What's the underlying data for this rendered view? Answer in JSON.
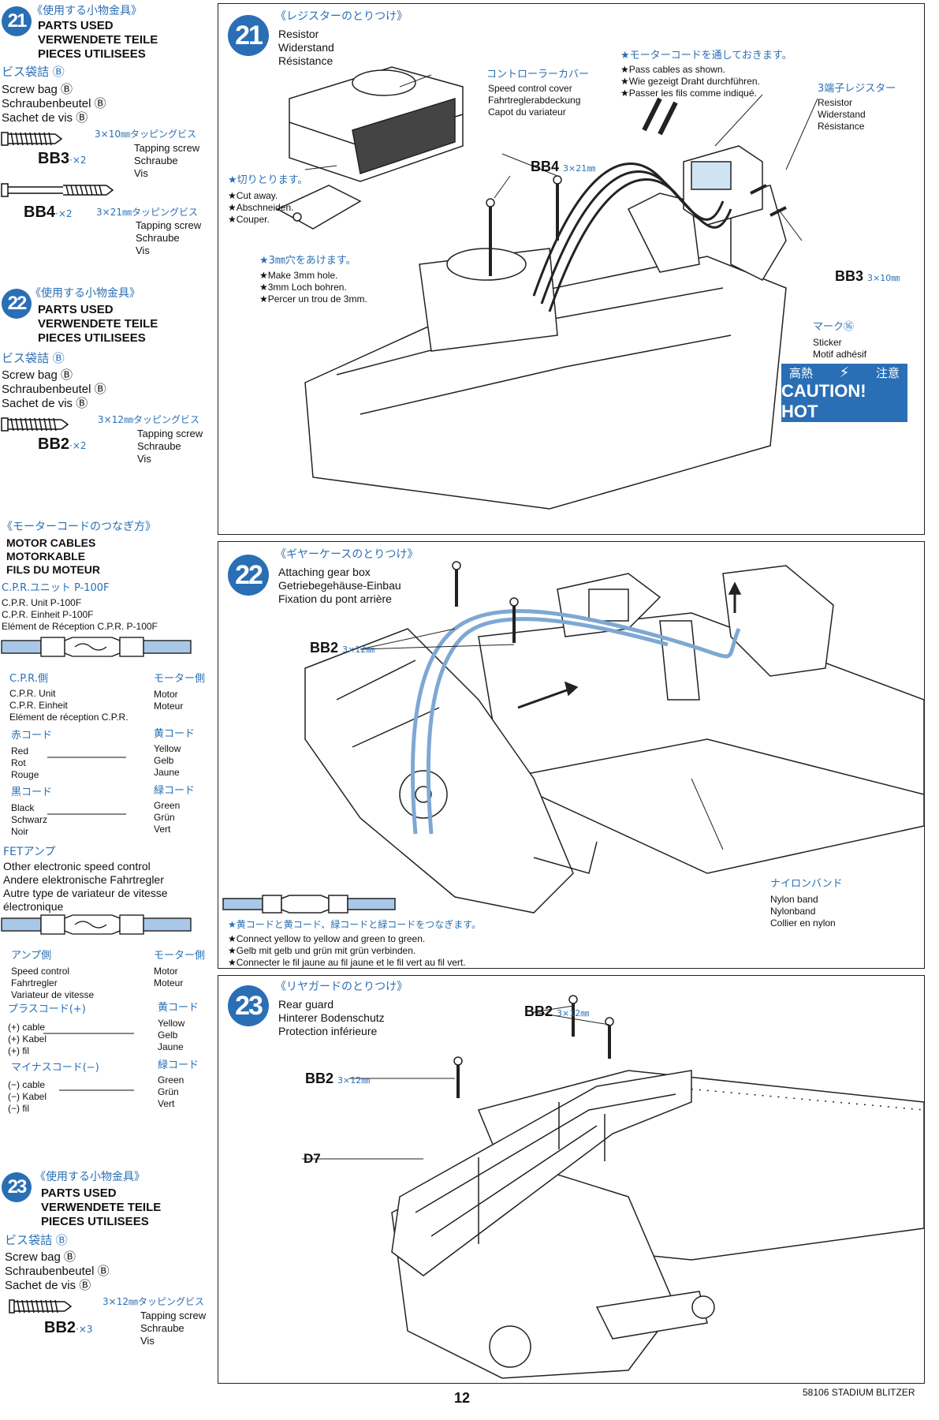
{
  "left": {
    "s21": {
      "num": "21",
      "title_jp": "《使用する小物金具》",
      "parts": [
        "PARTS USED",
        "VERWENDETE TEILE",
        "PIECES UTILISEES"
      ],
      "bag_jp": "ビス袋詰 Ⓑ",
      "bag": [
        "Screw bag Ⓑ",
        "Schraubenbeutel Ⓑ",
        "Sachet de vis Ⓑ"
      ],
      "screw1": {
        "spec": "3×10㎜タッピングビス",
        "code": "BB3",
        "qty": "·×2",
        "desc": [
          "Tapping screw",
          "Schraube",
          "Vis"
        ]
      },
      "screw2": {
        "spec": "3×21㎜タッピングビス",
        "code": "BB4",
        "qty": "·×2",
        "desc": [
          "Tapping screw",
          "Schraube",
          "Vis"
        ]
      }
    },
    "s22": {
      "num": "22",
      "title_jp": "《使用する小物金具》",
      "parts": [
        "PARTS USED",
        "VERWENDETE TEILE",
        "PIECES UTILISEES"
      ],
      "bag_jp": "ビス袋詰 Ⓑ",
      "bag": [
        "Screw bag Ⓑ",
        "Schraubenbeutel Ⓑ",
        "Sachet de vis Ⓑ"
      ],
      "screw1": {
        "spec": "3×12㎜タッピングビス",
        "code": "BB2",
        "qty": "·×2",
        "desc": [
          "Tapping screw",
          "Schraube",
          "Vis"
        ]
      }
    },
    "motor": {
      "title_jp": "《モーターコードのつなぎ方》",
      "title": [
        "MOTOR CABLES",
        "MOTORKABLE",
        "FILS DU MOTEUR"
      ],
      "cpr_jp": "C.P.R.ユニット P-100F",
      "cpr": [
        "C.P.R. Unit P-100F",
        "C.P.R. Einheit P-100F",
        "Elément de Réception C.P.R. P-100F"
      ],
      "cpr_side_jp": "C.P.R.側",
      "cpr_side": [
        "C.P.R. Unit",
        "C.P.R. Einheit",
        "Elément de réception C.P.R."
      ],
      "motor_side_jp": "モーター側",
      "motor_side": [
        "Motor",
        "Moteur"
      ],
      "red_jp": "赤コード",
      "red": [
        "Red",
        "Rot",
        "Rouge"
      ],
      "yellow_jp": "黄コード",
      "yellow": [
        "Yellow",
        "Gelb",
        "Jaune"
      ],
      "black_jp": "黒コード",
      "black": [
        "Black",
        "Schwarz",
        "Noir"
      ],
      "green_jp": "緑コード",
      "green": [
        "Green",
        "Grün",
        "Vert"
      ],
      "fet_jp": "FETアンプ",
      "fet": [
        "Other electronic speed control",
        "Andere elektronische Fahrtregler",
        "Autre type de variateur de vitesse",
        "électronique"
      ],
      "amp_side_jp": "アンプ側",
      "amp_side": [
        "Speed control",
        "Fahrtregler",
        "Variateur de vitesse"
      ],
      "motor_side2_jp": "モーター側",
      "motor_side2": [
        "Motor",
        "Moteur"
      ],
      "plus_jp": "プラスコード(+)",
      "plus": [
        "(+) cable",
        "(+) Kabel",
        "(+) fil"
      ],
      "yellow2_jp": "黄コード",
      "yellow2": [
        "Yellow",
        "Gelb",
        "Jaune"
      ],
      "minus_jp": "マイナスコード(−)",
      "minus": [
        "(−) cable",
        "(−) Kabel",
        "(−) fil"
      ],
      "green2_jp": "緑コード",
      "green2": [
        "Green",
        "Grün",
        "Vert"
      ]
    },
    "s23": {
      "num": "23",
      "title_jp": "《使用する小物金具》",
      "parts": [
        "PARTS USED",
        "VERWENDETE TEILE",
        "PIECES UTILISEES"
      ],
      "bag_jp": "ビス袋詰 Ⓑ",
      "bag": [
        "Screw bag Ⓑ",
        "Schraubenbeutel Ⓑ",
        "Sachet de vis Ⓑ"
      ],
      "screw1": {
        "spec": "3×12㎜タッピングビス",
        "code": "BB2",
        "qty": "·×3",
        "desc": [
          "Tapping screw",
          "Schraube",
          "Vis"
        ]
      }
    }
  },
  "step21": {
    "num": "21",
    "title_jp": "《レジスターのとりつけ》",
    "title": [
      "Resistor",
      "Widerstand",
      "Résistance"
    ],
    "cover_jp": "コントローラーカバー",
    "cover": [
      "Speed control cover",
      "Fahrtreglerabdeckung",
      "Capot du variateur"
    ],
    "cables_jp": "★モーターコードを通しておきます。",
    "cables": [
      "★Pass cables as shown.",
      "★Wie gezeigt Draht durchführen.",
      "★Passer les fils comme indiqué."
    ],
    "resistor_jp": "3端子レジスター",
    "resistor": [
      "Resistor",
      "Widerstand",
      "Résistance"
    ],
    "cut_jp": "★切りとります。",
    "cut": [
      "★Cut away.",
      "★Abschneiden.",
      "★Couper."
    ],
    "bb4_code": "BB4",
    "bb4_spec": "3×21㎜",
    "hole_jp": "★3㎜穴をあけます。",
    "hole": [
      "★Make 3mm hole.",
      "★3mm Loch bohren.",
      "★Percer un trou de 3mm."
    ],
    "bb3_code": "BB3",
    "bb3_spec": "3×10㎜",
    "mark_jp": "マーク⑯",
    "mark": [
      "Sticker",
      "Motif adhésif"
    ],
    "caution_jp_left": "高熱",
    "caution_jp_right": "注意",
    "caution_en": "CAUTION! HOT"
  },
  "step22": {
    "num": "22",
    "title_jp": "《ギヤーケースのとりつけ》",
    "title": [
      "Attaching gear box",
      "Getriebegehäuse-Einbau",
      "Fixation du pont arrière"
    ],
    "bb2_code": "BB2",
    "bb2_spec": "3×12㎜",
    "nylon_jp": "ナイロンバンド",
    "nylon": [
      "Nylon band",
      "Nylonband",
      "Collier en nylon"
    ],
    "connect_jp": "★黄コードと黄コード、緑コードと緑コードをつなぎます。",
    "connect": [
      "★Connect yellow to yellow and green to green.",
      "★Gelb mit gelb und grün mit grün verbinden.",
      "★Connecter le fil jaune au fil jaune et le fil vert au fil vert."
    ]
  },
  "step23": {
    "num": "23",
    "title_jp": "《リヤガードのとりつけ》",
    "title": [
      "Rear guard",
      "Hinterer Bodenschutz",
      "Protection inférieure"
    ],
    "bb2a_code": "BB2",
    "bb2a_spec": "3×12㎜",
    "bb2b_code": "BB2",
    "bb2b_spec": "3×12㎜",
    "d7": "D7"
  },
  "footer": {
    "page": "12",
    "product": "58106 STADIUM BLITZER"
  },
  "colors": {
    "accent": "#2a6fb5",
    "caution_bg": "#2a6fb5",
    "cable": "#a9c8e8"
  }
}
